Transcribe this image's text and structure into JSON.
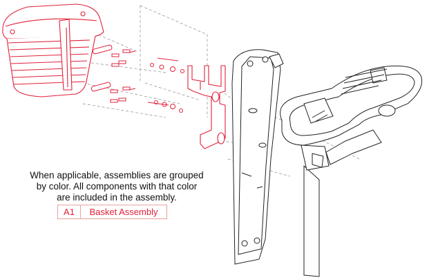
{
  "caption": {
    "line1": "When applicable, assemblies are grouped",
    "line2": "by color. All components with that color",
    "line3": "are included in the assembly."
  },
  "legend": {
    "code": "A1",
    "label": "Basket Assembly"
  },
  "colors": {
    "assembly": "#e0203a",
    "line": "#222222",
    "dash": "#8a8a8a",
    "legend_border": "#e8a0a0"
  },
  "icons": {
    "basket": "basket-icon",
    "bracket": "mounting-bracket-icon",
    "tiller": "tiller-column-icon",
    "handlebar": "handlebar-icon"
  }
}
